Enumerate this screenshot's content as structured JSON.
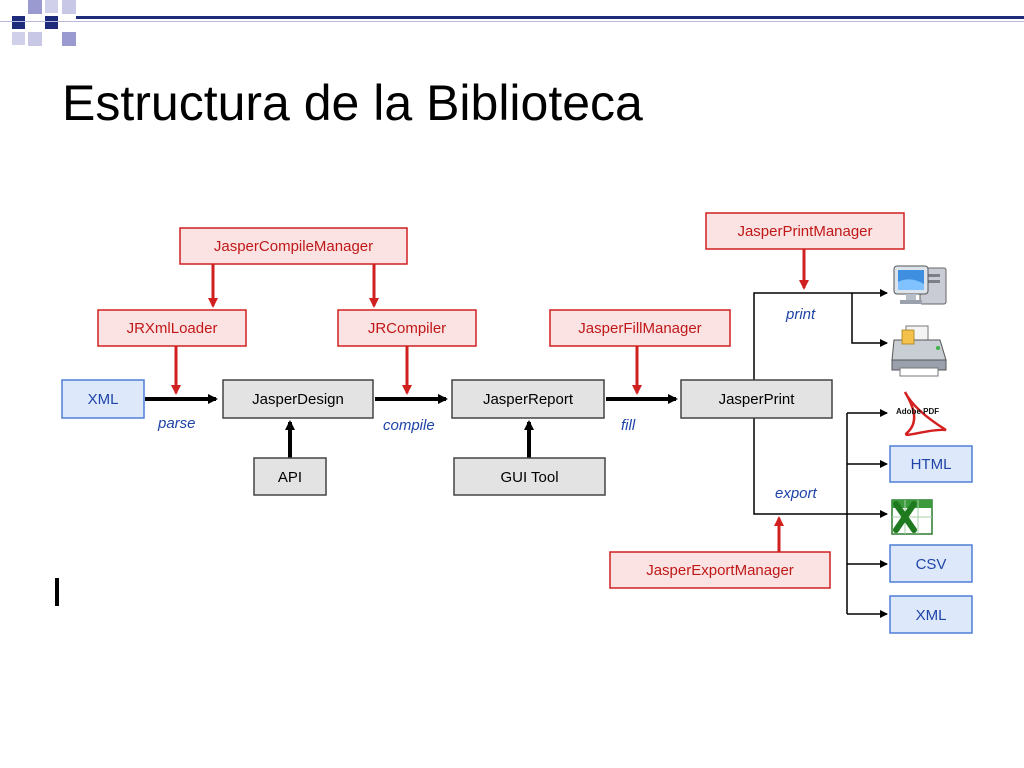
{
  "slide": {
    "title": "Estructura de la Biblioteca"
  },
  "colors": {
    "red_fill": "#fbe3e3",
    "red_stroke": "#d02020",
    "red_text": "#c01818",
    "gray_fill": "#e3e3e3",
    "blue_fill": "#dde8fa",
    "blue_stroke": "#4f7fd6",
    "blue_text": "#1f44a8",
    "deco_navy": "#1e2b7a",
    "deco_purple": "#9a9ad0",
    "deco_light": "#d0d0ea"
  },
  "managers": {
    "compile": "JasperCompileManager",
    "print": "JasperPrintManager",
    "fill": "JasperFillManager",
    "export": "JasperExportManager"
  },
  "components": {
    "xml_loader": "JRXmlLoader",
    "compiler": "JRCompiler"
  },
  "core": {
    "design": "JasperDesign",
    "report": "JasperReport",
    "print": "JasperPrint",
    "api": "API",
    "gui_tool": "GUI Tool"
  },
  "inputs": {
    "xml": "XML"
  },
  "outputs": {
    "html": "HTML",
    "csv": "CSV",
    "xml": "XML",
    "pdf_logo": "Adobe PDF"
  },
  "edges": {
    "parse": "parse",
    "compile": "compile",
    "fill": "fill",
    "print": "print",
    "export": "export"
  },
  "icons": [
    "monitor-icon",
    "printer-icon",
    "pdf-icon",
    "excel-icon"
  ]
}
